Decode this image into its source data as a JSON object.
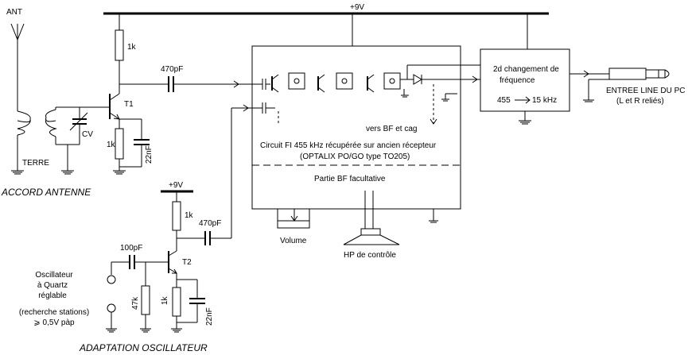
{
  "diagram": {
    "supply_rail": "+9V",
    "antenna_section": {
      "ant": "ANT",
      "terre": "TERRE",
      "cv": "CV",
      "title": "ACCORD ANTENNE"
    },
    "stage1": {
      "r_collector": "1k",
      "cap_out": "470pF",
      "transistor": "T1",
      "r_emitter": "1k",
      "c_emitter": "22nF"
    },
    "if_block": {
      "arrow_text": "vers BF et cag",
      "title_line1": "Circuit FI 455 kHz récupérée sur ancien récepteur",
      "title_line2": "(OPTALIX PO/GO type TO205)",
      "bf_label": "Partie BF facultative",
      "volume": "Volume",
      "speaker": "HP de contrôle"
    },
    "second_change": {
      "line1": "2d  changement de",
      "line2": "fréquence",
      "freq_from": "455",
      "freq_to": "15 kHz"
    },
    "pc_input": {
      "line1": "ENTREE LINE DU PC",
      "line2": "(L et R reliés)"
    },
    "oscillator": {
      "supply": "+9V",
      "r_collector": "1k",
      "cap_out": "470pF",
      "cap_in": "100pF",
      "transistor": "T2",
      "r_base": "47k",
      "r_emitter": "1k",
      "c_emitter": "22nF",
      "desc": [
        "Oscillateur",
        "à Quartz",
        "réglable",
        "(recherche stations)",
        "⩾ 0,5V pàp"
      ],
      "title": "ADAPTATION OSCILLATEUR"
    }
  }
}
